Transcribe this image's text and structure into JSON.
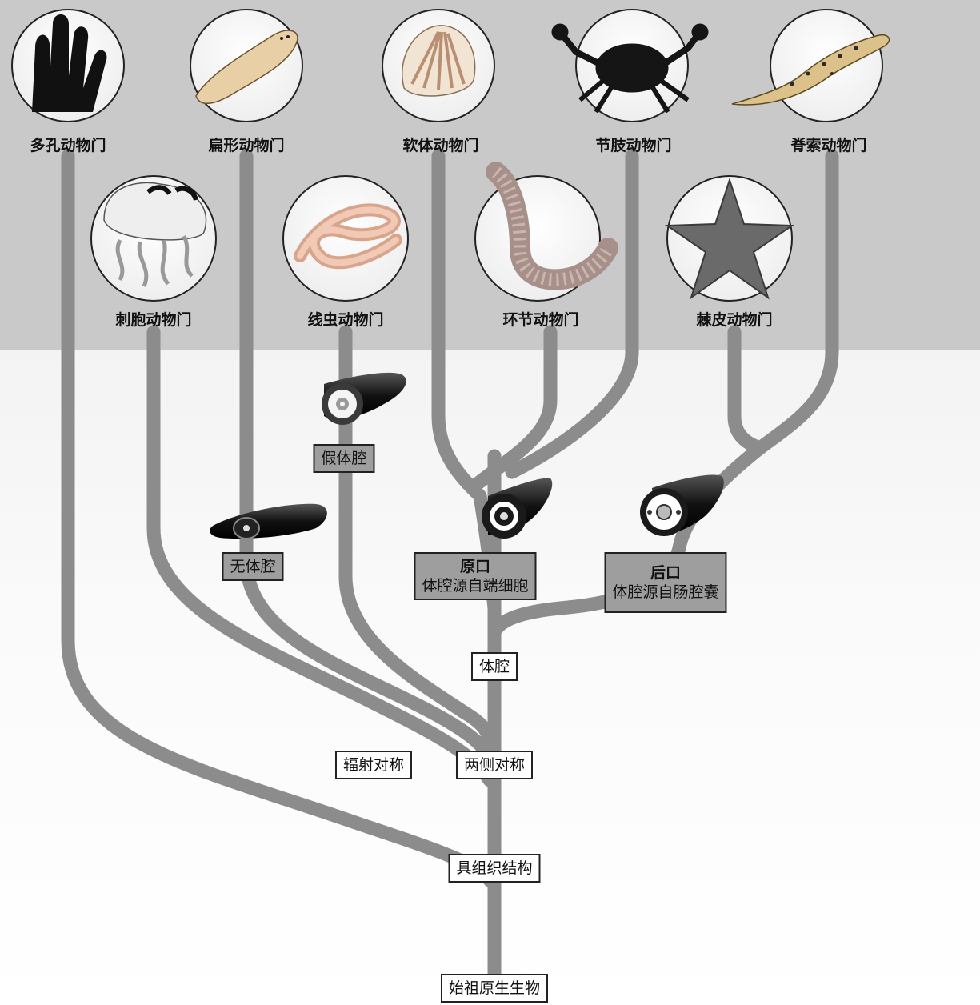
{
  "phyla_top": [
    {
      "id": "porifera",
      "label": "多孔动物门",
      "icon": "sponge-icon"
    },
    {
      "id": "platyhelminthes",
      "label": "扁形动物门",
      "icon": "flatworm-icon"
    },
    {
      "id": "mollusca",
      "label": "软体动物门",
      "icon": "scallop-shell-icon"
    },
    {
      "id": "arthropoda",
      "label": "节肢动物门",
      "icon": "crab-icon"
    },
    {
      "id": "chordata",
      "label": "脊索动物门",
      "icon": "salamander-icon"
    }
  ],
  "phyla_bottom": [
    {
      "id": "cnidaria",
      "label": "刺胞动物门",
      "icon": "jellyfish-icon"
    },
    {
      "id": "nematoda",
      "label": "线虫动物门",
      "icon": "roundworm-icon"
    },
    {
      "id": "annelida",
      "label": "环节动物门",
      "icon": "segmented-worm-icon"
    },
    {
      "id": "echinodermata",
      "label": "棘皮动物门",
      "icon": "starfish-icon"
    }
  ],
  "nodes": {
    "root": "始祖原生生物",
    "tissues": "具组织结构",
    "radial": "辐射对称",
    "bilateral": "两侧对称",
    "coelom": "体腔",
    "acoelomate": "无体腔",
    "pseudocoelom": "假体腔",
    "protostome_title": "原口",
    "protostome_sub": "体腔源自端细胞",
    "deuterostome_title": "后口",
    "deuterostome_sub": "体腔源自肠腔囊"
  },
  "colors": {
    "band": "#c9c9c9",
    "branch": "#8c8c8c",
    "node_gray": "#9e9e9e",
    "box_border": "#222222"
  }
}
